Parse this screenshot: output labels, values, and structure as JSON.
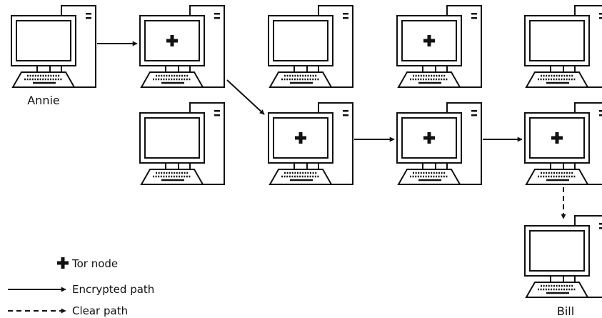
{
  "labels": {
    "annie": "Annie",
    "bill": "Bill"
  },
  "legend": {
    "tor_node": "Tor node",
    "encrypted_path": "Encrypted path",
    "clear_path": "Clear path"
  },
  "computers": [
    {
      "id": "annie",
      "tor_node": false
    },
    {
      "id": "row1-col2",
      "tor_node": true
    },
    {
      "id": "row1-col3",
      "tor_node": false
    },
    {
      "id": "row1-col4",
      "tor_node": true
    },
    {
      "id": "row1-col5",
      "tor_node": false
    },
    {
      "id": "row2-col2",
      "tor_node": false
    },
    {
      "id": "row2-col3",
      "tor_node": true
    },
    {
      "id": "row2-col4",
      "tor_node": true
    },
    {
      "id": "row2-col5",
      "tor_node": true
    },
    {
      "id": "bill",
      "tor_node": false
    }
  ],
  "paths": [
    {
      "from": "annie",
      "to": "row1-col2",
      "type": "encrypted"
    },
    {
      "from": "row1-col2",
      "to": "row2-col3",
      "type": "encrypted"
    },
    {
      "from": "row2-col3",
      "to": "row2-col4",
      "type": "encrypted"
    },
    {
      "from": "row2-col4",
      "to": "row2-col5",
      "type": "encrypted"
    },
    {
      "from": "row2-col5",
      "to": "bill",
      "type": "clear"
    }
  ],
  "colors": {
    "ink": "#111111",
    "background": "#ffffff"
  }
}
